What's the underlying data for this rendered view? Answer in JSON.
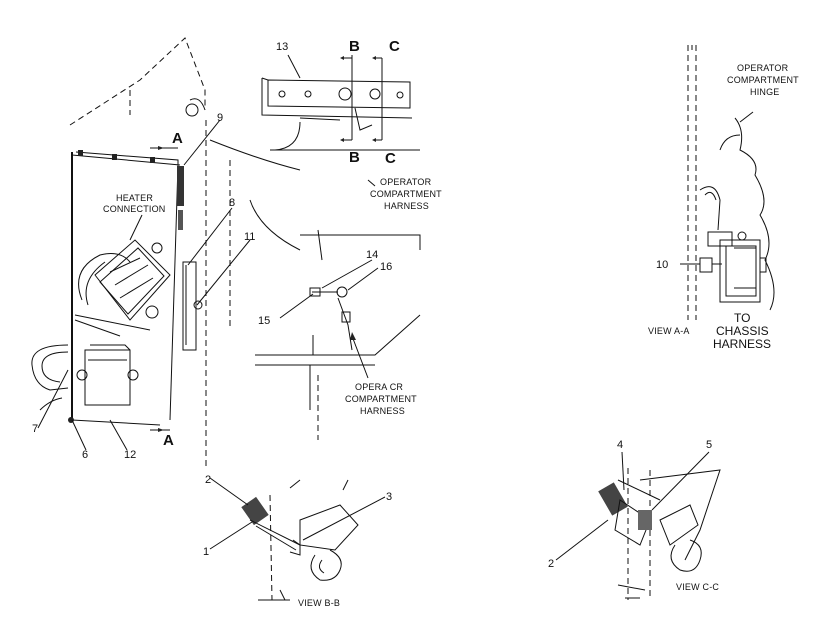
{
  "labels": {
    "n1": "1",
    "n2a": "2",
    "n2b": "2",
    "n3": "3",
    "n4": "4",
    "n5": "5",
    "n6": "6",
    "n7": "7",
    "n8": "8",
    "n9": "9",
    "n10": "10",
    "n11": "11",
    "n12": "12",
    "n13": "13",
    "n14": "14",
    "n15": "15",
    "n16": "16"
  },
  "section_letters": {
    "a_top": "A",
    "a_bottom": "A",
    "b_top": "B",
    "b_bottom": "B",
    "c_top": "C",
    "c_bottom": "C"
  },
  "captions": {
    "heater_line1": "HEATER",
    "heater_line2": "CONNECTION",
    "op_harness_top_line1": "OPERATOR",
    "op_harness_top_line2": "COMPARTMENT",
    "op_harness_top_line3": "HARNESS",
    "op_harness_bottom_line1": "OPERA  CR",
    "op_harness_bottom_line2": "COMPARTMENT",
    "op_harness_bottom_line3": "HARNESS",
    "hinge_line1": "OPERATOR",
    "hinge_line2": "COMPARTMENT",
    "hinge_line3": "HINGE",
    "to_chassis_line1": "TO",
    "to_chassis_line2": "CHASSIS",
    "to_chassis_line3": "HARNESS",
    "view_aa": "VIEW  A-A",
    "view_bb": "VIEW  B-B",
    "view_cc": "VIEW  C-C"
  }
}
